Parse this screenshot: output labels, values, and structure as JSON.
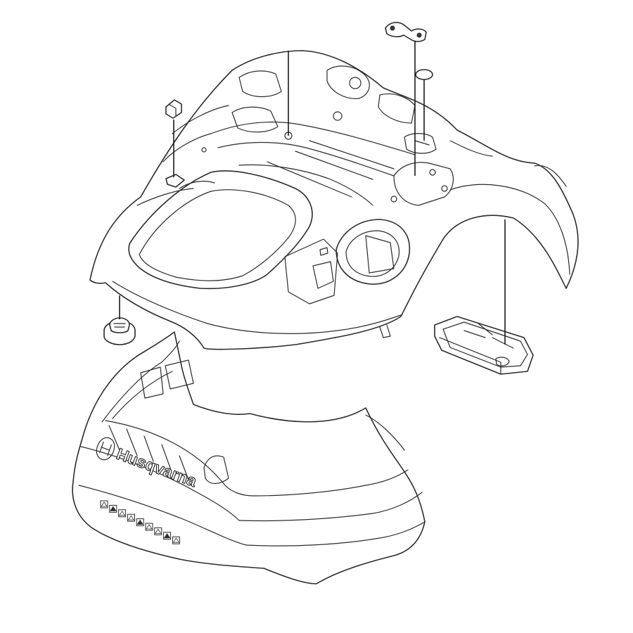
{
  "diagram": {
    "brand_text": "Husqvarna",
    "parts": [
      {
        "id": "upper-body-chassis"
      },
      {
        "id": "front-bumper-cover"
      },
      {
        "id": "rear-handle-pad"
      },
      {
        "id": "cable-clip"
      },
      {
        "id": "top-bracket"
      },
      {
        "id": "round-cap"
      },
      {
        "id": "collision-sensor-knob"
      }
    ],
    "warning_symbol_count": 9
  }
}
